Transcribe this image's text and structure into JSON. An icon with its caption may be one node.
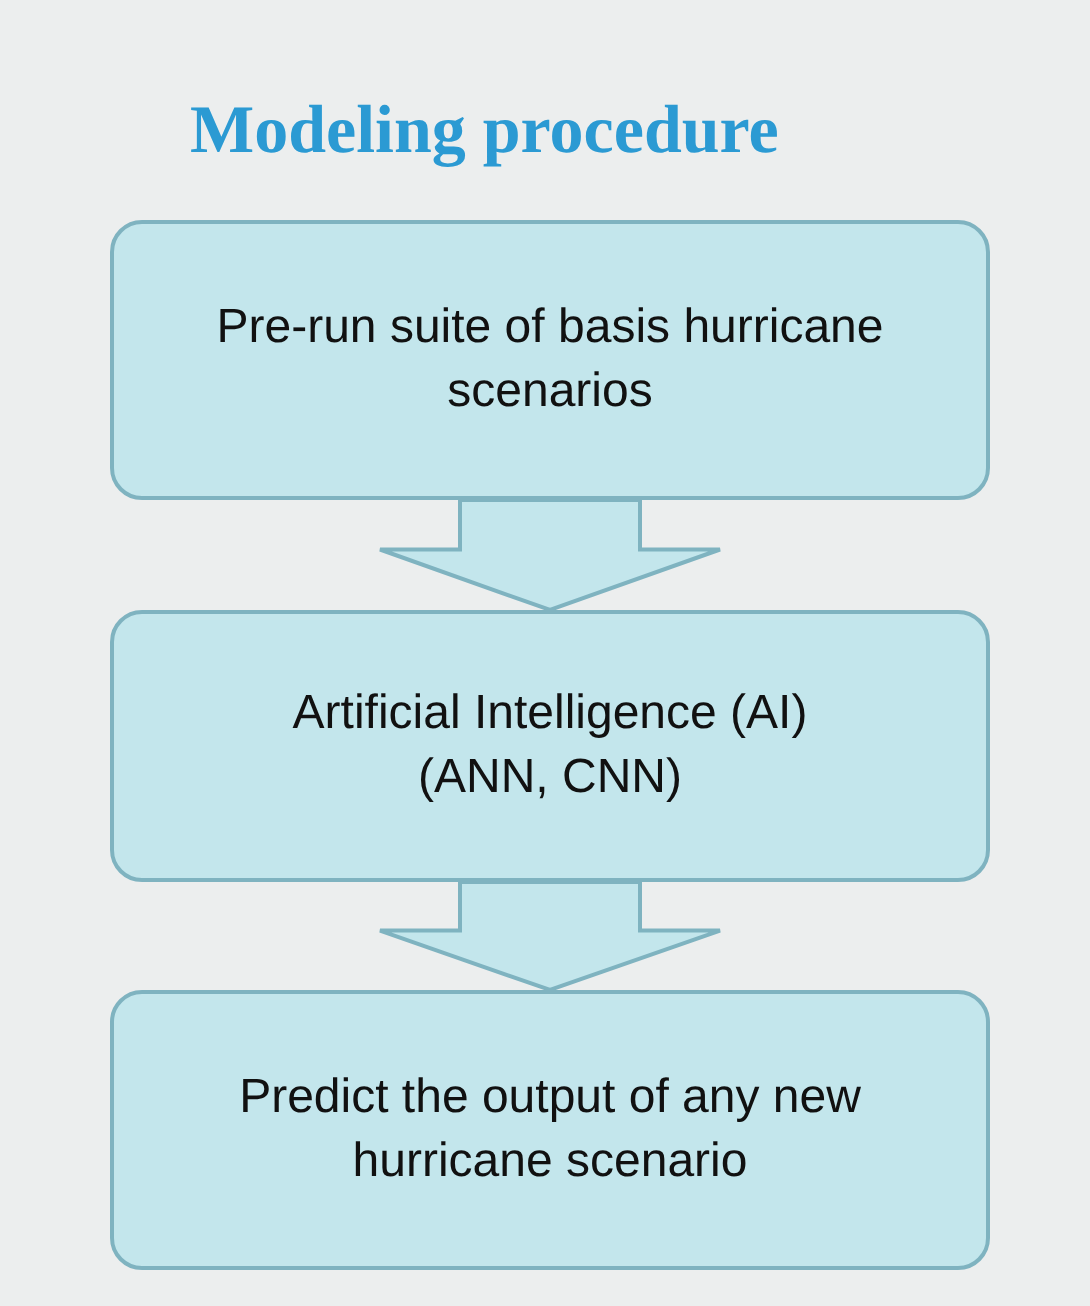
{
  "diagram": {
    "title": "Modeling procedure",
    "nodes": [
      {
        "text": [
          "Pre-run suite of basis hurricane scenarios"
        ]
      },
      {
        "text": [
          "Artificial Intelligence (AI)",
          "(ANN, CNN)"
        ]
      },
      {
        "text": [
          "Predict the output of any new hurricane scenario"
        ]
      }
    ],
    "edges": [
      {
        "from": 0,
        "to": 1,
        "arrow": "to"
      },
      {
        "from": 1,
        "to": 2,
        "arrow": "to"
      }
    ]
  }
}
